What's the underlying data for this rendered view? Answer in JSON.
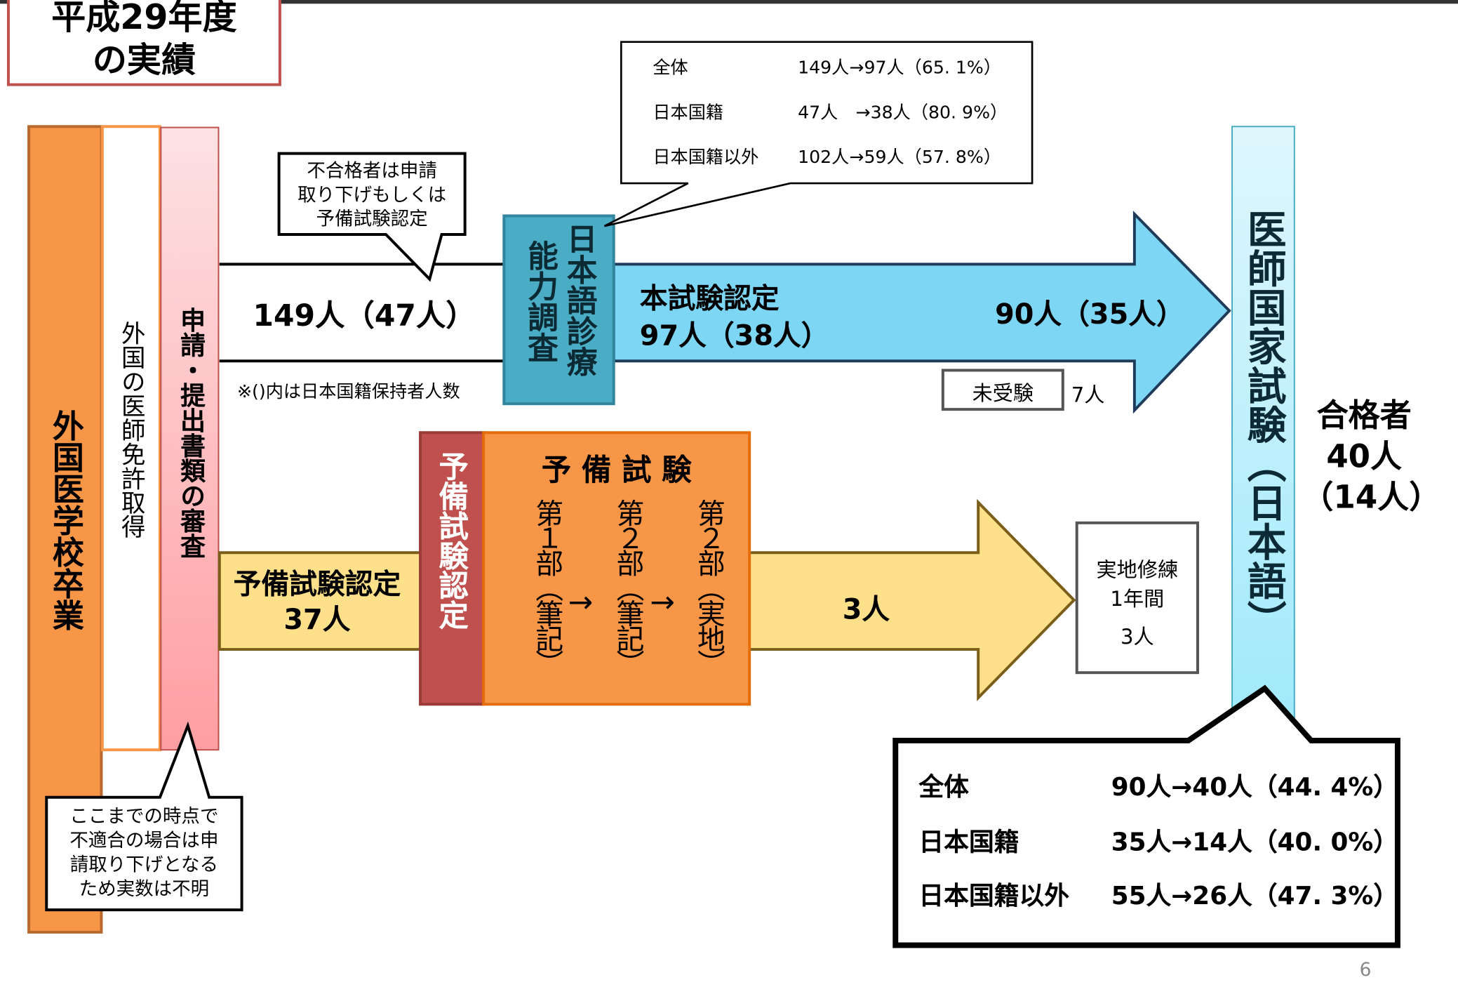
{
  "title": {
    "line1": "平成29年度",
    "line2": "の実績"
  },
  "columns": {
    "graduation": "外国医学校卒業",
    "license": "外国の医師免許取得",
    "review": "申請・提出書類の審査",
    "exam_national": "医師国家試験（日本語）"
  },
  "flow_top": {
    "count": "149人（47人）",
    "note": "※()内は日本国籍保持者人数",
    "callout_lines": [
      "不合格者は申請",
      "取り下げもしくは",
      "予備試験認定"
    ]
  },
  "language_check": {
    "col1": "日本語診療",
    "col2": "能力調査"
  },
  "language_stats": {
    "rows": [
      {
        "label": "全体",
        "value": "149人→97人（65. 1%）"
      },
      {
        "label": "日本国籍",
        "value": "47人　→38人（80. 9%）"
      },
      {
        "label": "日本国籍以外",
        "value": "102人→59人（57. 8%）"
      }
    ]
  },
  "main_arrow": {
    "label": "本試験認定",
    "count": "97人（38人）",
    "examinees": "90人（35人）",
    "absent_label": "未受験",
    "absent_count": "7人"
  },
  "prelim": {
    "band_label": "予備試験認定",
    "band_count": "37人",
    "red_label": "予備試験認定",
    "box_title": "予 備 試 験",
    "parts": [
      "第１部（筆記）",
      "第２部（筆記）",
      "第２部（実地）"
    ],
    "arrow": "→",
    "result": "3人"
  },
  "training": {
    "line1": "実地修練",
    "line2": "1年間",
    "line3": "3人"
  },
  "passers": {
    "label": "合格者",
    "count": "40人",
    "sub": "（14人）"
  },
  "pass_stats": {
    "rows": [
      {
        "label": "全体",
        "value": "90人→40人（44. 4%）"
      },
      {
        "label": "日本国籍",
        "value": "35人→14人（40. 0%）"
      },
      {
        "label": "日本国籍以外",
        "value": "55人→26人（47. 3%）"
      }
    ]
  },
  "bottom_note": {
    "lines": [
      "ここまでの時点で",
      "不適合の場合は申",
      "請取り下げとなる",
      "ため実数は不明"
    ]
  },
  "page_number": "6"
}
